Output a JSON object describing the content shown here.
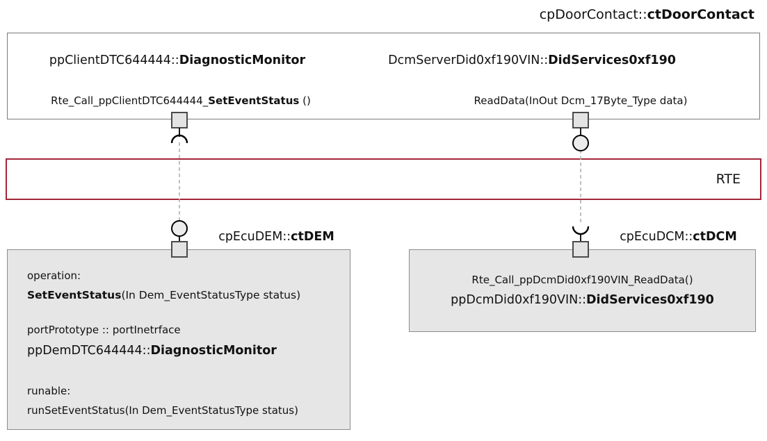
{
  "door_contact": {
    "prefix": "cpDoorContact::",
    "name": "ctDoorContact"
  },
  "top_box": {
    "left_title": {
      "prefix": "ppClientDTC644444::",
      "name": "DiagnosticMonitor"
    },
    "right_title": {
      "prefix": "DcmServerDid0xf190VIN::",
      "name": "DidServices0xf190"
    },
    "left_call": {
      "prefix": "Rte_Call_ppClientDTC644444_",
      "bold": "SetEventStatus",
      "suffix": " ()"
    },
    "right_call": "ReadData(InOut Dcm_17Byte_Type data)"
  },
  "rte": {
    "label": "RTE"
  },
  "dem": {
    "title": {
      "prefix": "cpEcuDEM::",
      "name": "ctDEM"
    },
    "operation_label": "operation:",
    "operation": {
      "bold": "SetEventStatus",
      "rest": "(In Dem_EventStatusType status)"
    },
    "port_prototype_label": "portPrototype :: portInetrface",
    "port_prototype": {
      "prefix": "ppDemDTC644444::",
      "name": "DiagnosticMonitor"
    },
    "runable_label": "runable:",
    "runable": "runSetEventStatus(In Dem_EventStatusType status)"
  },
  "dcm": {
    "title": {
      "prefix": "cpEcuDCM::",
      "name": "ctDCM"
    },
    "call": "Rte_Call_ppDcmDid0xf190VIN_ReadData()",
    "port": {
      "prefix": "ppDcmDid0xf190VIN::",
      "name": "DidServices0xf190"
    }
  },
  "colors": {
    "rte_border": "#a32638",
    "component_fill": "#e6e6e6",
    "box_border": "#7a7a7a",
    "dashed_connector": "#b0b0b0"
  }
}
